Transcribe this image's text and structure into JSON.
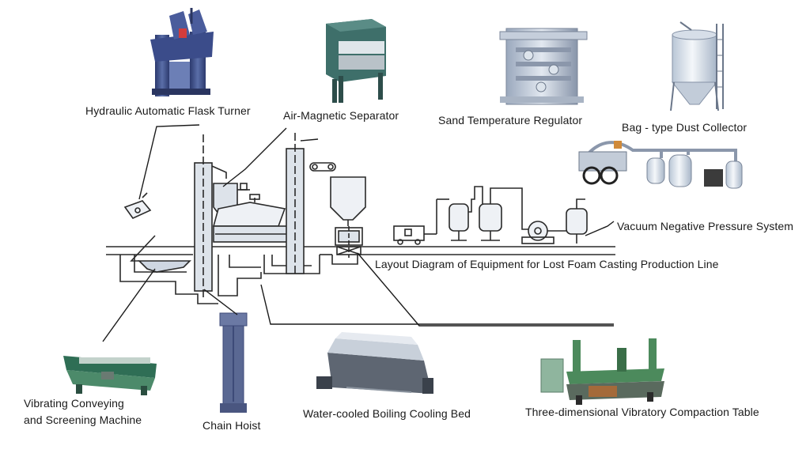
{
  "colors": {
    "line": "#2a2a2a",
    "equipment_dark": "#3d4a78",
    "equipment_mid": "#7d8fb0",
    "equipment_light": "#c9d4e2",
    "separator_teal": "#3f6e6a",
    "vibro_green": "#4c8a6a",
    "chain_hoist": "#5a6893",
    "vessel_fill": "#e6ecf2"
  },
  "labels": {
    "flask_turner": "Hydraulic Automatic Flask Turner",
    "air_magnetic": "Air-Magnetic Separator",
    "sand_temp": "Sand Temperature Regulator",
    "dust_collector": "Bag - type Dust Collector",
    "vacuum": "Vacuum Negative Pressure System",
    "layout_title": "Layout Diagram of Equipment for Lost Foam Casting Production Line",
    "vibrating": "Vibrating Conveying\nand Screening Machine",
    "chain_hoist": "Chain Hoist",
    "cooling_bed": "Water-cooled Boiling Cooling Bed",
    "compaction": "Three-dimensional Vibratory Compaction Table"
  },
  "icons": {
    "flask_turner": "flask-turner-icon",
    "air_magnetic": "air-magnetic-separator-icon",
    "sand_temp": "sand-temperature-regulator-icon",
    "dust_collector": "dust-collector-icon",
    "vacuum": "vacuum-system-icon",
    "vibrating": "vibrating-screen-icon",
    "chain_hoist": "chain-hoist-icon",
    "cooling_bed": "cooling-bed-icon",
    "compaction": "compaction-table-icon"
  }
}
